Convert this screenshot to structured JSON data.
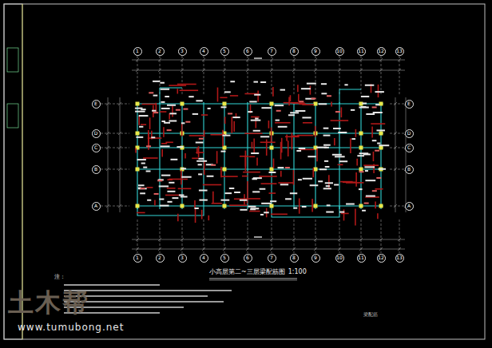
{
  "diagram": {
    "title": "小高层第二~三层梁配筋图",
    "nodes": [
      {
        "text": [
          "1"
        ]
      },
      {
        "text": [
          "2"
        ]
      },
      {
        "text": [
          "3"
        ]
      },
      {
        "text": [
          "4"
        ]
      },
      {
        "text": [
          "5"
        ]
      },
      {
        "text": [
          "6"
        ]
      },
      {
        "text": [
          "7"
        ]
      },
      {
        "text": [
          "8"
        ]
      },
      {
        "text": [
          "9"
        ]
      },
      {
        "text": [
          "10"
        ]
      },
      {
        "text": [
          "11"
        ]
      },
      {
        "text": [
          "12"
        ]
      },
      {
        "text": [
          "13"
        ]
      },
      {
        "text": [
          "E"
        ]
      },
      {
        "text": [
          "E"
        ]
      },
      {
        "text": [
          "D"
        ]
      },
      {
        "text": [
          "D"
        ]
      },
      {
        "text": [
          "C"
        ]
      },
      {
        "text": [
          "C"
        ]
      },
      {
        "text": [
          "B"
        ]
      },
      {
        "text": [
          "B"
        ]
      },
      {
        "text": [
          "A"
        ]
      },
      {
        "text": [
          "A"
        ]
      },
      {
        "text": [
          "1"
        ]
      },
      {
        "text": [
          "2"
        ]
      },
      {
        "text": [
          "3"
        ]
      },
      {
        "text": [
          "4"
        ]
      },
      {
        "text": [
          "5"
        ]
      },
      {
        "text": [
          "6"
        ]
      },
      {
        "text": [
          "7"
        ]
      },
      {
        "text": [
          "8"
        ]
      },
      {
        "text": [
          "9"
        ]
      },
      {
        "text": [
          "10"
        ]
      },
      {
        "text": [
          "11"
        ]
      },
      {
        "text": [
          "12"
        ]
      },
      {
        "text": [
          "13"
        ]
      }
    ],
    "labels": [
      "1:100",
      "注：",
      "梁配筋",
      "土木帮",
      "www.tumubong.net"
    ]
  }
}
